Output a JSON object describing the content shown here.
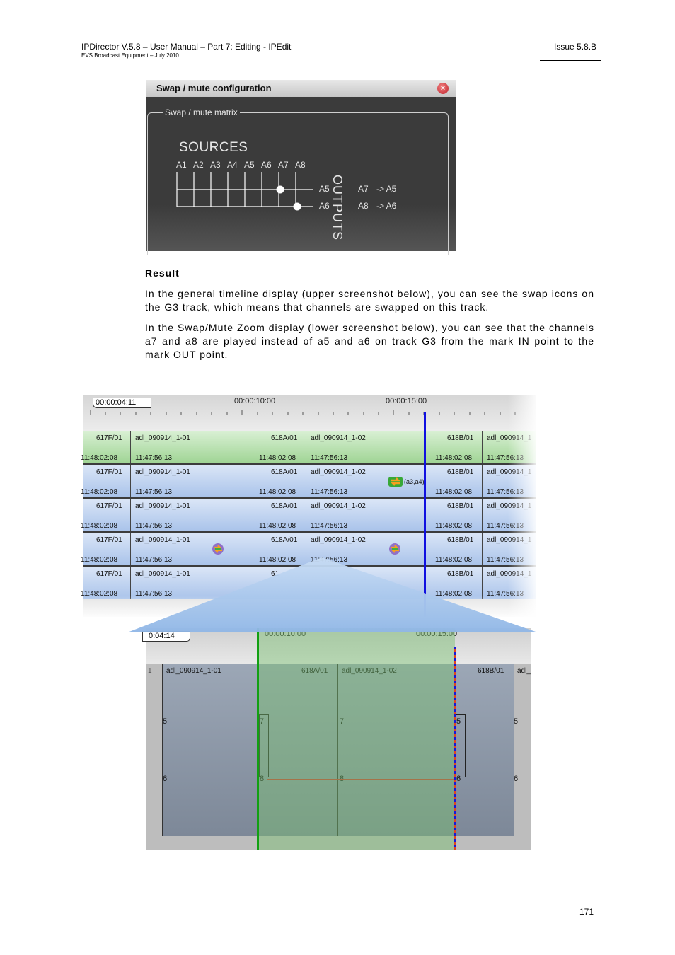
{
  "header": {
    "title": "IPDirector V.5.8 – User Manual – Part 7: Editing - IPEdit",
    "subtitle": "EVS Broadcast Equipment – July 2010",
    "issue": "Issue 5.8.B"
  },
  "dialog": {
    "title": "Swap / mute configuration",
    "group_label": "Swap / mute matrix",
    "sources_label": "SOURCES",
    "sources": [
      "A1",
      "A2",
      "A3",
      "A4",
      "A5",
      "A6",
      "A7",
      "A8"
    ],
    "outputs_label": "OUTPUTS",
    "outputs": [
      {
        "name": "A5",
        "mapping_src": "A7",
        "mapping": "-> A5"
      },
      {
        "name": "A6",
        "mapping_src": "A8",
        "mapping": "-> A6"
      }
    ]
  },
  "section_heading": "Result",
  "paragraphs": [
    "In the general timeline display (upper screenshot below), you can see the swap icons on the G3 track, which means that channels are swapped on this track.",
    "In the Swap/Mute Zoom display (lower screenshot below), you can see that the channels a7 and a8 are played instead of a5 and a6 on track G3 from the mark IN point to the mark OUT point."
  ],
  "timeline": {
    "timecode": "00:00:04:11",
    "ruler_labels": [
      "00:00:10:00",
      "00:00:15:00"
    ],
    "swap_label": "(a3,a4)",
    "tracks": [
      {
        "style": "green",
        "clips": [
          {
            "id": "617F/01",
            "in": "11:48:02:08",
            "name": "adl_090914_1-01",
            "start": "11:47:56:13"
          },
          {
            "id": "618A/01",
            "in": "11:48:02:08",
            "name": "adl_090914_1-02",
            "start": "11:47:56:13"
          },
          {
            "id": "618B/01",
            "in": "11:48:02:08",
            "name": "adl_090914_1",
            "start": "11:47:56:13"
          }
        ]
      },
      {
        "style": "blue",
        "clips": [
          {
            "id": "617F/01",
            "in": "11:48:02:08",
            "name": "adl_090914_1-01",
            "start": "11:47:56:13"
          },
          {
            "id": "618A/01",
            "in": "11:48:02:08",
            "name": "adl_090914_1-02",
            "start": "11:47:56:13"
          },
          {
            "id": "618B/01",
            "in": "11:48:02:08",
            "name": "adl_090914_1",
            "start": "11:47:56:13"
          }
        ]
      },
      {
        "style": "blue",
        "clips": [
          {
            "id": "617F/01",
            "in": "11:48:02:08",
            "name": "adl_090914_1-01",
            "start": "11:47:56:13"
          },
          {
            "id": "618A/01",
            "in": "11:48:02:08",
            "name": "adl_090914_1-02",
            "start": "11:47:56:13"
          },
          {
            "id": "618B/01",
            "in": "11:48:02:08",
            "name": "adl_090914_1",
            "start": "11:47:56:13"
          }
        ]
      },
      {
        "style": "blue",
        "clips": [
          {
            "id": "617F/01",
            "in": "11:48:02:08",
            "name": "adl_090914_1-01",
            "start": "11:47:56:13"
          },
          {
            "id": "618A/01",
            "in": "11:48:02:08",
            "name": "adl_090914_1-02",
            "start": "11:47:56:13"
          },
          {
            "id": "618B/01",
            "in": "11:48:02:08",
            "name": "adl_090914_1",
            "start": "11:47:56:13"
          }
        ]
      },
      {
        "style": "blue",
        "clips": [
          {
            "id": "617F/01",
            "in": "11:48:02:08",
            "name": "adl_090914_1-01",
            "start": "11:47:56:13"
          },
          {
            "id": "61",
            "in": "",
            "name": "",
            "start": ""
          },
          {
            "id": "618B/01",
            "in": "11:48:02:08",
            "name": "adl_090914_1",
            "start": "11:47:56:13"
          }
        ]
      }
    ]
  },
  "zoom": {
    "timecode": "0:04:14",
    "ruler_labels": [
      "00:00:10:00",
      "00:00:15:00"
    ],
    "clips": [
      {
        "id": "1",
        "name": "adl_090914_1-01"
      },
      {
        "id": "618A/01",
        "name": "adl_090914_1-02"
      },
      {
        "id": "618B/01",
        "name": "adl_"
      }
    ],
    "channel_labels": [
      "5",
      "6",
      "7",
      "8"
    ]
  },
  "footer": {
    "page_number": "171"
  }
}
